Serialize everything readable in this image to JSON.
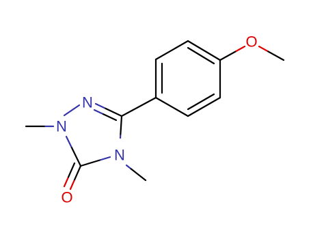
{
  "molecule": {
    "atoms": {
      "n1": "N",
      "n2": "N",
      "n4": "N",
      "o_carbonyl": "O",
      "o_methoxy": "O"
    }
  },
  "colors": {
    "carbon_bond": "#000000",
    "nitrogen": "#3333aa",
    "oxygen": "#e00000",
    "background": "#ffffff"
  }
}
